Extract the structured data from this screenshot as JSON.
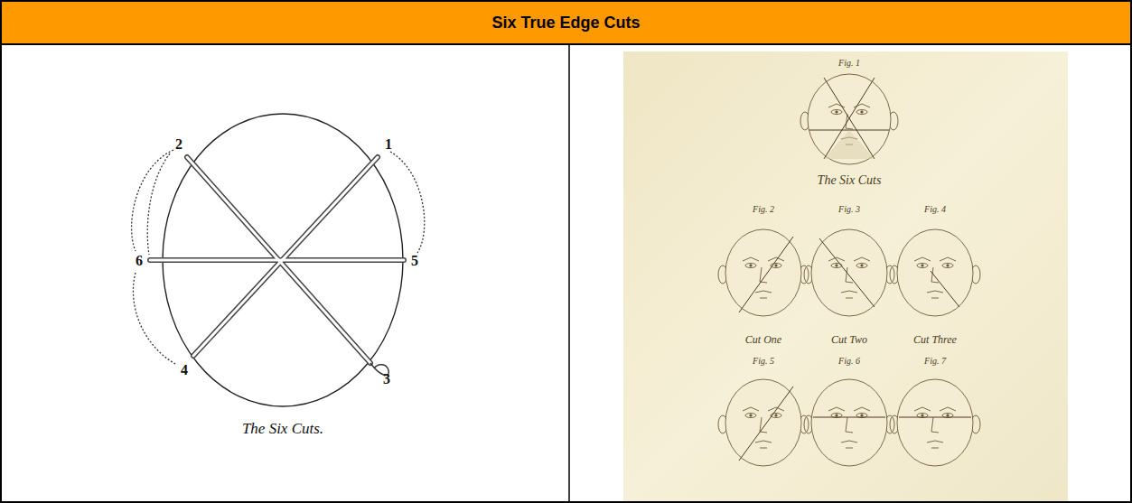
{
  "diagram": {
    "title": "Six True Edge Cuts",
    "labels": [
      "1",
      "2",
      "3",
      "4",
      "5",
      "6",
      "The Six Cuts.",
      "The Six Cuts",
      "Fig. 1",
      "Fig. 2",
      "Fig. 3",
      "Fig. 4",
      "Cut One",
      "Cut Two",
      "Cut Three",
      "Fig. 5",
      "Fig. 6",
      "Fig. 7"
    ]
  }
}
